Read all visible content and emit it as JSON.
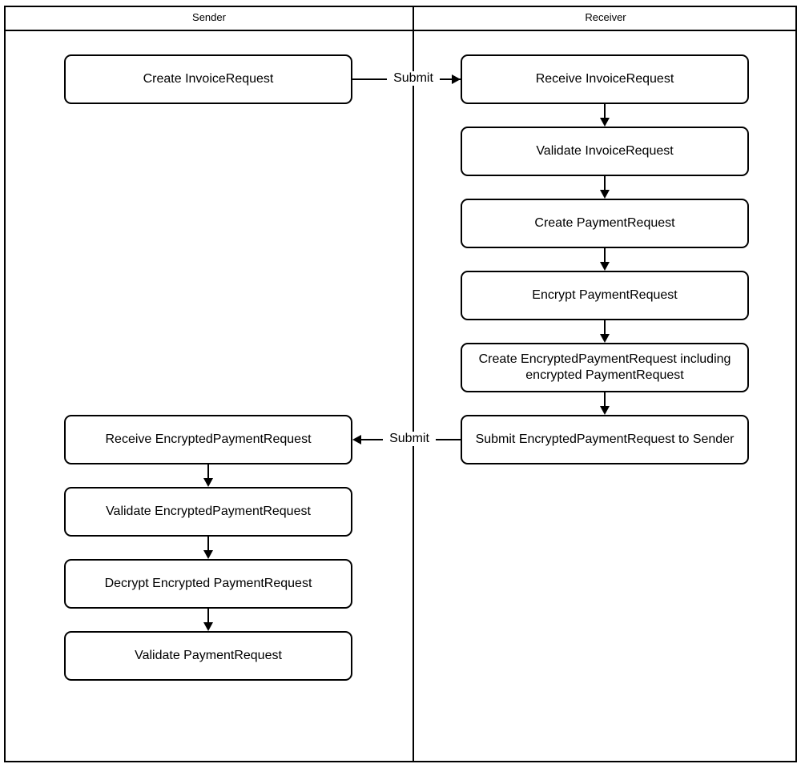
{
  "diagram": {
    "type": "swimlane-flowchart",
    "lanes": [
      {
        "id": "sender",
        "title": "Sender"
      },
      {
        "id": "receiver",
        "title": "Receiver"
      }
    ],
    "nodes": [
      {
        "id": "n1",
        "lane": "sender",
        "label": "Create InvoiceRequest"
      },
      {
        "id": "n2",
        "lane": "receiver",
        "label": "Receive InvoiceRequest"
      },
      {
        "id": "n3",
        "lane": "receiver",
        "label": "Validate InvoiceRequest"
      },
      {
        "id": "n4",
        "lane": "receiver",
        "label": "Create PaymentRequest"
      },
      {
        "id": "n5",
        "lane": "receiver",
        "label": "Encrypt PaymentRequest"
      },
      {
        "id": "n6",
        "lane": "receiver",
        "label": "Create EncryptedPaymentRequest including encrypted PaymentRequest"
      },
      {
        "id": "n7",
        "lane": "receiver",
        "label": "Submit EncryptedPaymentRequest to Sender"
      },
      {
        "id": "n8",
        "lane": "sender",
        "label": "Receive EncryptedPaymentRequest"
      },
      {
        "id": "n9",
        "lane": "sender",
        "label": "Validate EncryptedPaymentRequest"
      },
      {
        "id": "n10",
        "lane": "sender",
        "label": "Decrypt Encrypted PaymentRequest"
      },
      {
        "id": "n11",
        "lane": "sender",
        "label": "Validate PaymentRequest"
      }
    ],
    "edges": [
      {
        "from": "n1",
        "to": "n2",
        "label": "Submit",
        "direction": "right"
      },
      {
        "from": "n2",
        "to": "n3",
        "label": "",
        "direction": "down"
      },
      {
        "from": "n3",
        "to": "n4",
        "label": "",
        "direction": "down"
      },
      {
        "from": "n4",
        "to": "n5",
        "label": "",
        "direction": "down"
      },
      {
        "from": "n5",
        "to": "n6",
        "label": "",
        "direction": "down"
      },
      {
        "from": "n6",
        "to": "n7",
        "label": "",
        "direction": "down"
      },
      {
        "from": "n7",
        "to": "n8",
        "label": "Submit",
        "direction": "left"
      },
      {
        "from": "n8",
        "to": "n9",
        "label": "",
        "direction": "down"
      },
      {
        "from": "n9",
        "to": "n10",
        "label": "",
        "direction": "down"
      },
      {
        "from": "n10",
        "to": "n11",
        "label": "",
        "direction": "down"
      }
    ],
    "colors": {
      "stroke": "#000000",
      "fill": "#ffffff",
      "text": "#000000"
    }
  }
}
